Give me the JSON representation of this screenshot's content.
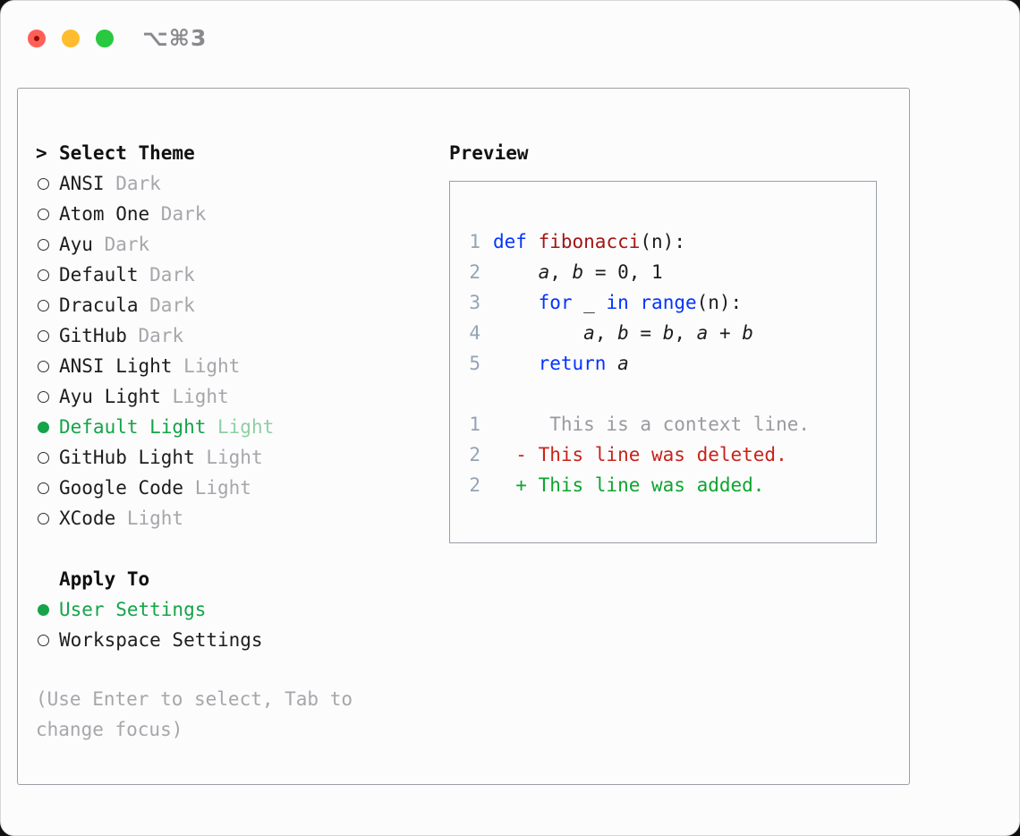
{
  "window": {
    "shortcut": "⌥⌘3"
  },
  "theme_selector": {
    "title_prefix": ">",
    "title": "Select Theme",
    "items": [
      {
        "name": "ANSI",
        "variant": "Dark",
        "selected": false
      },
      {
        "name": "Atom One",
        "variant": "Dark",
        "selected": false
      },
      {
        "name": "Ayu",
        "variant": "Dark",
        "selected": false
      },
      {
        "name": "Default",
        "variant": "Dark",
        "selected": false
      },
      {
        "name": "Dracula",
        "variant": "Dark",
        "selected": false
      },
      {
        "name": "GitHub",
        "variant": "Dark",
        "selected": false
      },
      {
        "name": "ANSI Light",
        "variant": "Light",
        "selected": false
      },
      {
        "name": "Ayu Light",
        "variant": "Light",
        "selected": false
      },
      {
        "name": "Default Light",
        "variant": "Light",
        "selected": true
      },
      {
        "name": "GitHub Light",
        "variant": "Light",
        "selected": false
      },
      {
        "name": "Google Code",
        "variant": "Light",
        "selected": false
      },
      {
        "name": "XCode",
        "variant": "Light",
        "selected": false
      }
    ]
  },
  "apply_to": {
    "title": "Apply To",
    "options": [
      {
        "label": "User Settings",
        "selected": true
      },
      {
        "label": "Workspace Settings",
        "selected": false
      }
    ]
  },
  "footer_hint": "(Use Enter to select, Tab to change focus)",
  "preview": {
    "title": "Preview",
    "code_lines": [
      {
        "num": "1",
        "tokens": [
          {
            "t": "def",
            "c": "kw"
          },
          {
            "t": " "
          },
          {
            "t": "fibonacci",
            "c": "fn"
          },
          {
            "t": "(n):"
          }
        ]
      },
      {
        "num": "2",
        "tokens": [
          {
            "t": "    "
          },
          {
            "t": "a",
            "c": "var"
          },
          {
            "t": ", "
          },
          {
            "t": "b",
            "c": "var"
          },
          {
            "t": " = 0, 1"
          }
        ]
      },
      {
        "num": "3",
        "tokens": [
          {
            "t": "    "
          },
          {
            "t": "for",
            "c": "kw"
          },
          {
            "t": " _ "
          },
          {
            "t": "in",
            "c": "kw"
          },
          {
            "t": " "
          },
          {
            "t": "range",
            "c": "kw"
          },
          {
            "t": "(n):"
          }
        ]
      },
      {
        "num": "4",
        "tokens": [
          {
            "t": "        "
          },
          {
            "t": "a",
            "c": "var"
          },
          {
            "t": ", "
          },
          {
            "t": "b",
            "c": "var"
          },
          {
            "t": " = "
          },
          {
            "t": "b",
            "c": "var"
          },
          {
            "t": ", "
          },
          {
            "t": "a",
            "c": "var"
          },
          {
            "t": " + "
          },
          {
            "t": "b",
            "c": "var"
          }
        ]
      },
      {
        "num": "5",
        "tokens": [
          {
            "t": "    "
          },
          {
            "t": "return",
            "c": "kw"
          },
          {
            "t": " "
          },
          {
            "t": "a",
            "c": "var"
          }
        ]
      }
    ],
    "diff_lines": [
      {
        "num": "1",
        "text": "     This is a context line.",
        "kind": "context"
      },
      {
        "num": "2",
        "text": "  - This line was deleted.",
        "kind": "deleted"
      },
      {
        "num": "2",
        "text": "  + This line was added.",
        "kind": "added"
      }
    ]
  },
  "colors": {
    "selection_green": "#16a34a",
    "keyword_blue": "#0433ff",
    "function_red": "#a31515",
    "deleted_red": "#c8231c",
    "added_green": "#0ea52f",
    "context_gray": "#9a9aa0",
    "traffic_red": "#ff5f57",
    "traffic_yellow": "#febc2e",
    "traffic_green": "#28c840"
  }
}
